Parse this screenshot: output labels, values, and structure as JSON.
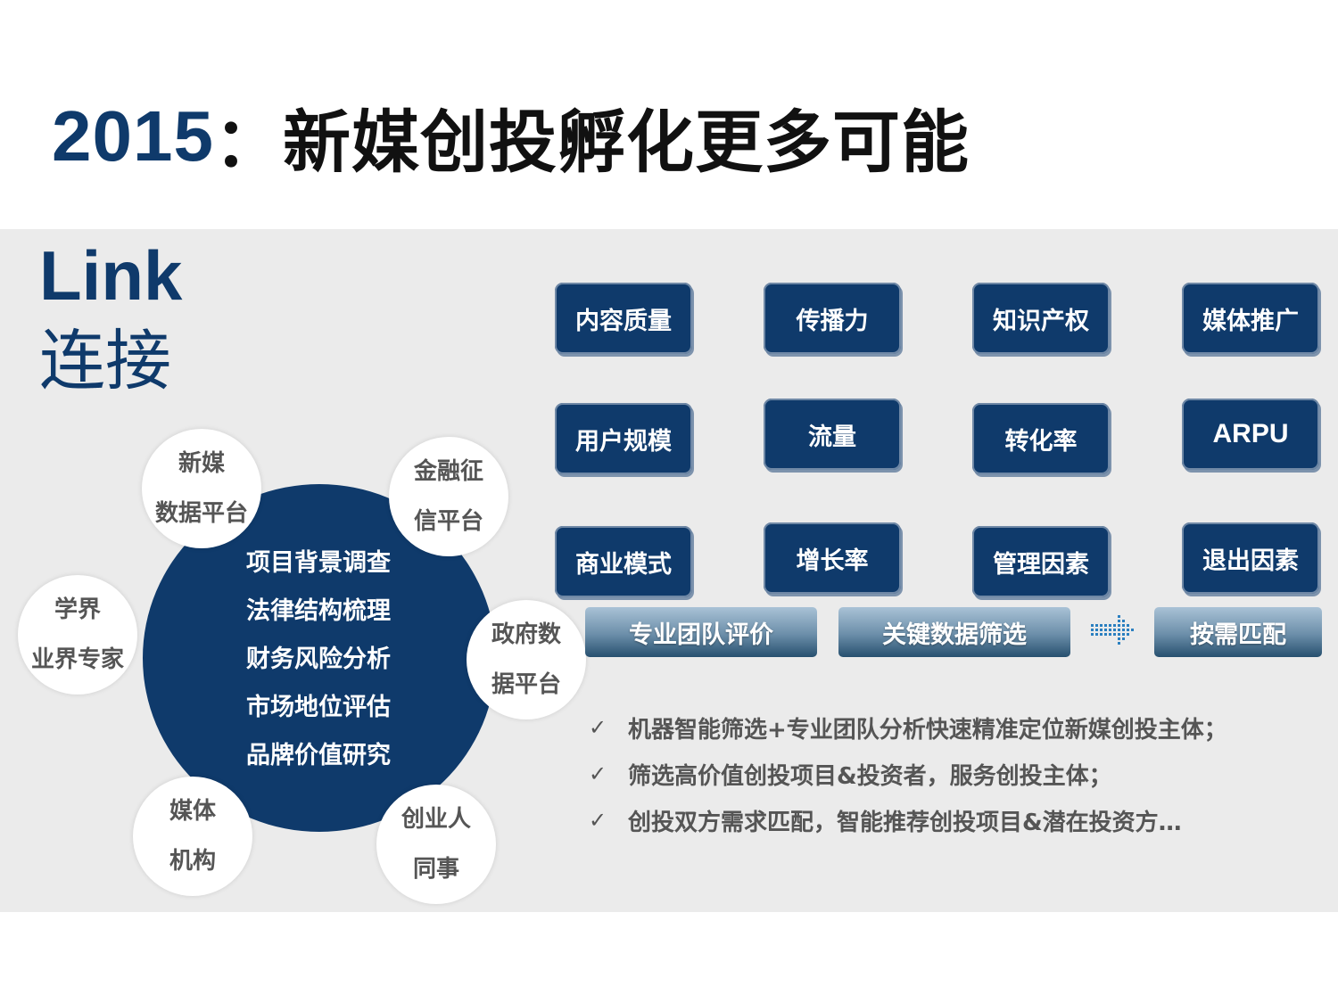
{
  "title": {
    "year": "2015",
    "rest": "：新媒创投孵化更多可能"
  },
  "link": {
    "en": "Link",
    "cn": "连接"
  },
  "center_circle": {
    "items": [
      "项目背景调查",
      "法律结构梳理",
      "财务风险分析",
      "市场地位评估",
      "品牌价值研究"
    ]
  },
  "satellites": [
    {
      "lines": [
        "新媒",
        "数据平台"
      ]
    },
    {
      "lines": [
        "金融征",
        "信平台"
      ]
    },
    {
      "lines": [
        "学界",
        "业界专家"
      ]
    },
    {
      "lines": [
        "政府数",
        "据平台"
      ]
    },
    {
      "lines": [
        "媒体",
        "机构"
      ]
    },
    {
      "lines": [
        "创业人",
        "同事"
      ]
    }
  ],
  "tiles": [
    "内容质量",
    "传播力",
    "知识产权",
    "媒体推广",
    "用户规模",
    "流量",
    "转化率",
    "ARPU",
    "商业模式",
    "增长率",
    "管理因素",
    "退出因素"
  ],
  "bars": {
    "team_eval": "专业团队评价",
    "data_filter": "关键数据筛选",
    "match": "按需匹配"
  },
  "arrow_icon": "dotted-right-arrow",
  "bullets": [
    "机器智能筛选+专业团队分析快速精准定位新媒创投主体；",
    "筛选高价值创投项目&投资者，服务创投主体；",
    "创投双方需求匹配，智能推荐创投项目&潜在投资方…"
  ],
  "check_icon": "check-icon",
  "colors": {
    "navy": "#0f3a6b",
    "panel": "#ebebeb",
    "gray_text": "#555555"
  }
}
